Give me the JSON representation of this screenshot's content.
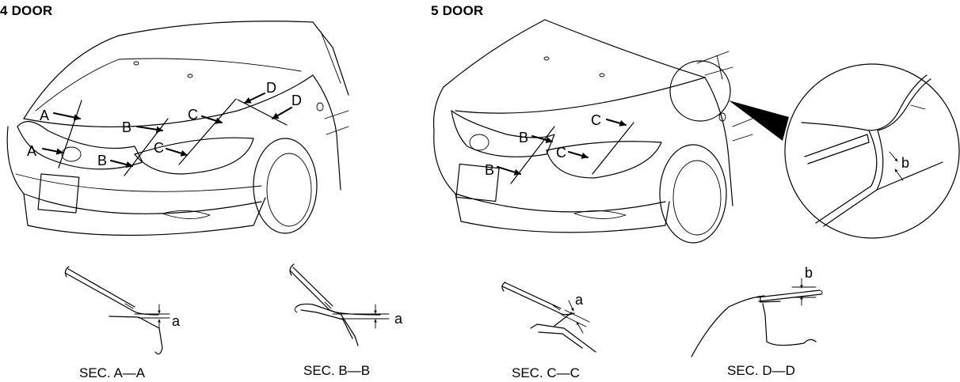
{
  "titles": {
    "four_door": "4 DOOR",
    "five_door": "5 DOOR"
  },
  "callouts": {
    "A": "A",
    "B": "B",
    "C": "C",
    "D": "D",
    "a": "a",
    "b": "b"
  },
  "sections": {
    "aa": "SEC. A—A",
    "bb": "SEC. B—B",
    "cc": "SEC. C—C",
    "dd": "SEC. D—D"
  }
}
